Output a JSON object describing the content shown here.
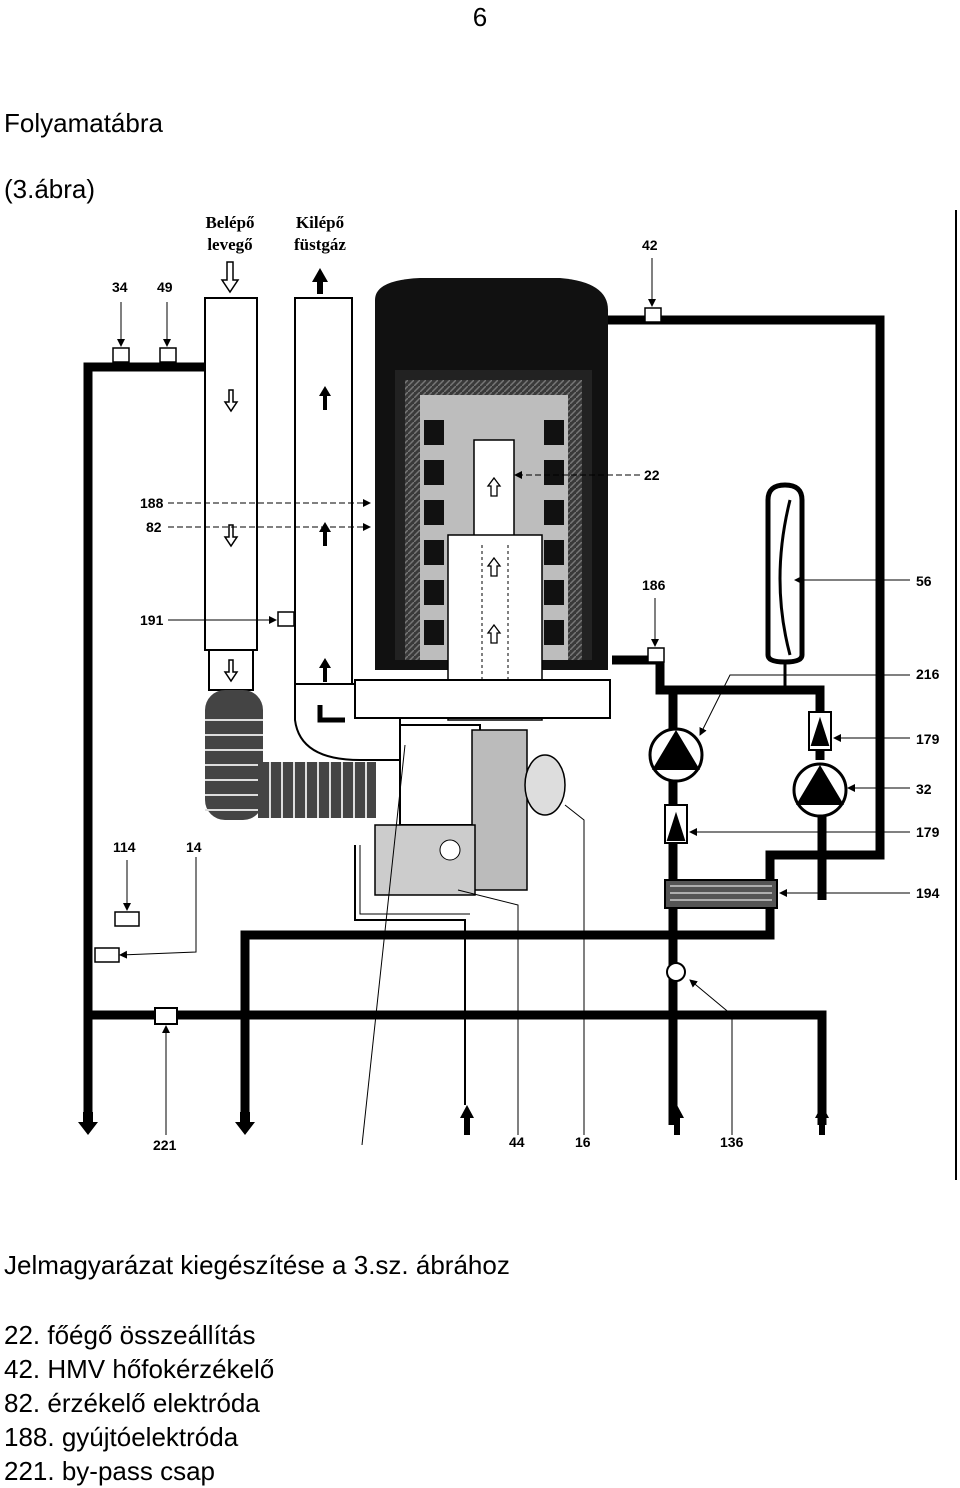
{
  "page_number": "6",
  "title": "Folyamatábra",
  "subtitle": "(3.ábra)",
  "diagram": {
    "top_labels": {
      "air_in_line1": "Belépő",
      "air_in_line2": "levegő",
      "flue_out_line1": "Kilépő",
      "flue_out_line2": "füstgáz"
    },
    "callouts": {
      "c34": "34",
      "c49": "49",
      "c42": "42",
      "c188": "188",
      "c82": "82",
      "c22": "22",
      "c186": "186",
      "c56": "56",
      "c191": "191",
      "c216": "216",
      "c179a": "179",
      "c32": "32",
      "c179b": "179",
      "c114": "114",
      "c14": "14",
      "c194": "194",
      "c221": "221",
      "c44": "44",
      "c16": "16",
      "c136": "136"
    }
  },
  "legend": {
    "title": "Jelmagyarázat kiegészítése a 3.sz. ábrához",
    "items": [
      "22. főégő összeállítás",
      "42. HMV hőfokérzékelő",
      "82. érzékelő elektróda",
      "188. gyújtóelektróda",
      "221. by-pass csap"
    ]
  }
}
